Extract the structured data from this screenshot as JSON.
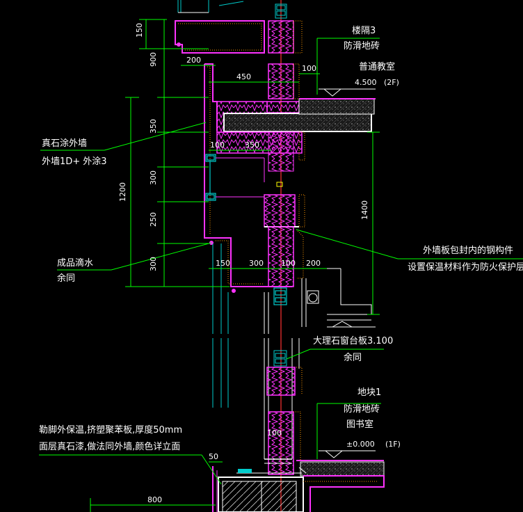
{
  "colors": {
    "background": "#000000",
    "wall": "#ff33ff",
    "insulation": "#ff33ff",
    "dimension": "#00ff00",
    "leader": "#00ff00",
    "structure": "#ffffff",
    "window": "#00cccc",
    "axis": "#ff3333",
    "text": "#ffffff",
    "hatch": "#ff9900"
  },
  "labels": {
    "floor2_room_a": "楼隔3",
    "floor2_room_b": "防滑地砖",
    "floor2_room_c": "普通教室",
    "floor2_level": "4.500",
    "floor2_story": "(2F)",
    "ext_wall_a": "真石涂外墙",
    "ext_wall_b": "外墙1D+ 外涂3",
    "drip_a": "成品滴水",
    "drip_b": "余同",
    "steel_note_a": "外墙板包封内的钢构件",
    "steel_note_b": "设置保温材料作为防火保护层",
    "sill_a": "大理石窗台板3.100",
    "sill_b": "余同",
    "floor1_room_a": "地块1",
    "floor1_room_b": "防滑地砖",
    "floor1_room_c": "图书室",
    "floor1_level": "±0.000",
    "floor1_story": "(1F)",
    "plinth_a": "勒脚外保温,挤塑聚苯板,厚度50mm",
    "plinth_b": "面层真石漆,做法同外墙,颜色详立面"
  },
  "dimensions": {
    "d150": "150",
    "d900": "900",
    "d200_top": "200",
    "d450": "450",
    "d100_top": "100",
    "d350_v": "350",
    "d100_mid": "100",
    "d350_h": "350",
    "d1200": "1200",
    "d300_v1": "300",
    "d250_v": "250",
    "d300_v2": "300",
    "d1400": "1400",
    "d150_h": "150",
    "d300_h": "300",
    "d100_h": "100",
    "d200_h": "200",
    "d50": "50",
    "d800": "800",
    "d100_low": "100"
  }
}
